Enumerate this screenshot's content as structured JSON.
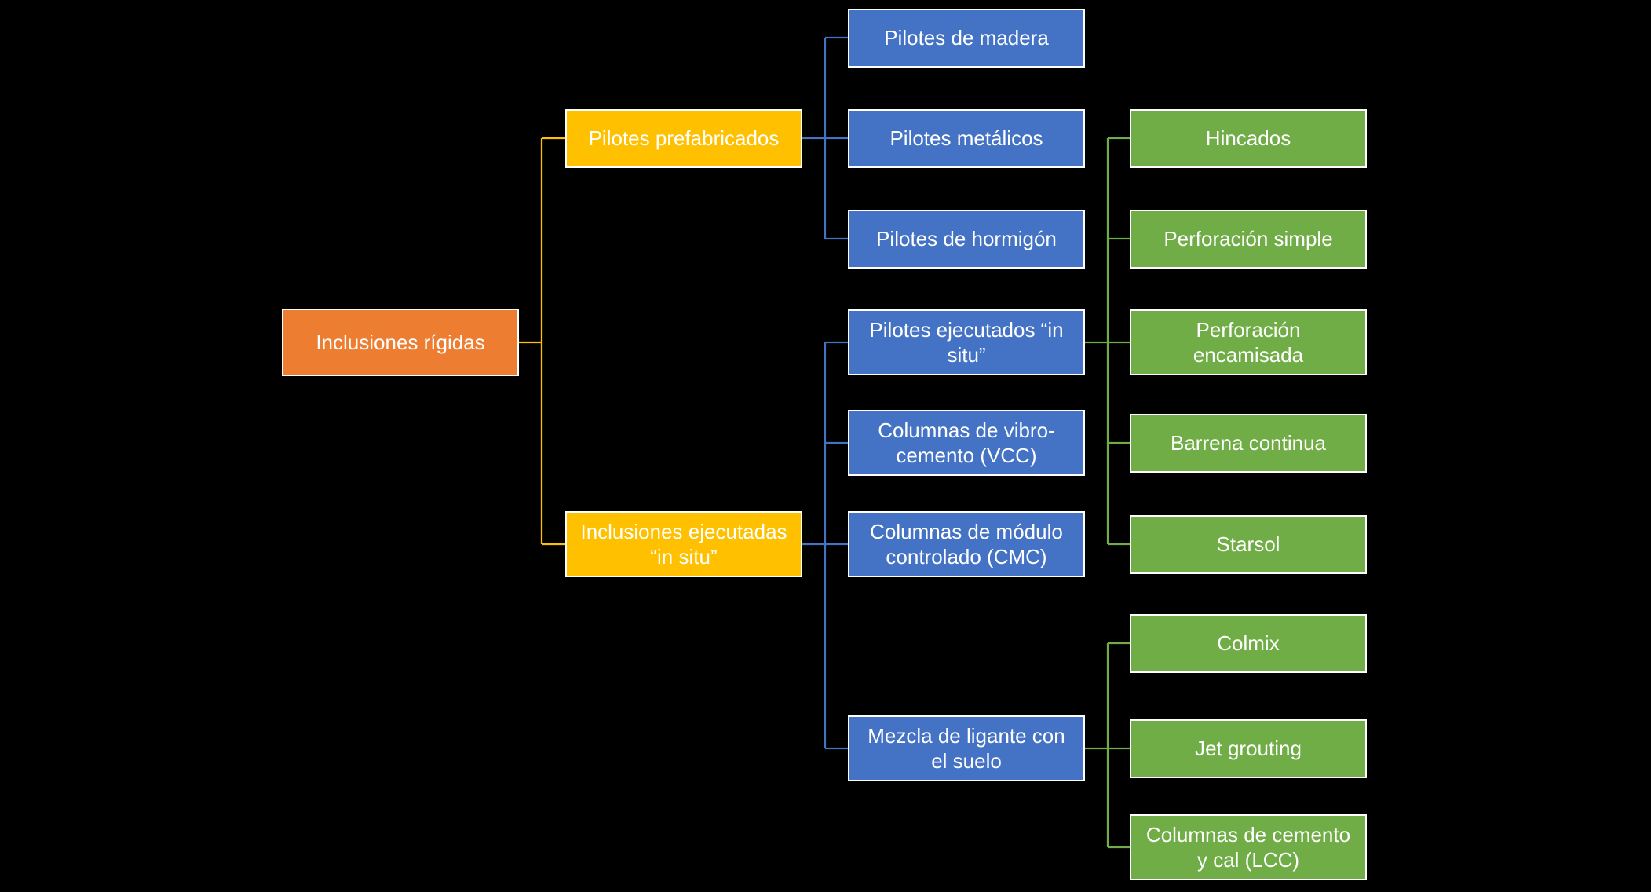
{
  "palette": {
    "background": "#000000",
    "root_fill": "#ED7D31",
    "level2_fill": "#FFC000",
    "level3_fill": "#4472C4",
    "level4_fill": "#70AD47",
    "border": "#FFFFFF",
    "text": "#FFFFFF",
    "connector_level2": "#FFC000",
    "connector_level3": "#4472C4",
    "connector_level4": "#70AD47"
  },
  "tree": {
    "root": {
      "label": "Inclusiones rígidas",
      "children": [
        {
          "label": "Pilotes prefabricados",
          "children": [
            {
              "label": "Pilotes de madera"
            },
            {
              "label": "Pilotes metálicos"
            },
            {
              "label": "Pilotes de hormigón"
            }
          ]
        },
        {
          "label": "Inclusiones ejecutadas “in situ”",
          "children": [
            {
              "label": "Pilotes ejecutados “in situ”",
              "children": [
                {
                  "label": "Hincados"
                },
                {
                  "label": "Perforación simple"
                },
                {
                  "label": "Perforación encamisada"
                },
                {
                  "label": "Barrena continua"
                },
                {
                  "label": "Starsol"
                }
              ]
            },
            {
              "label": "Columnas de vibro-cemento (VCC)"
            },
            {
              "label": "Columnas de módulo controlado (CMC)"
            },
            {
              "label": "Mezcla de ligante con el suelo",
              "children": [
                {
                  "label": "Colmix"
                },
                {
                  "label": "Jet grouting"
                },
                {
                  "label": "Columnas de cemento y cal (LCC)"
                }
              ]
            }
          ]
        }
      ]
    }
  }
}
